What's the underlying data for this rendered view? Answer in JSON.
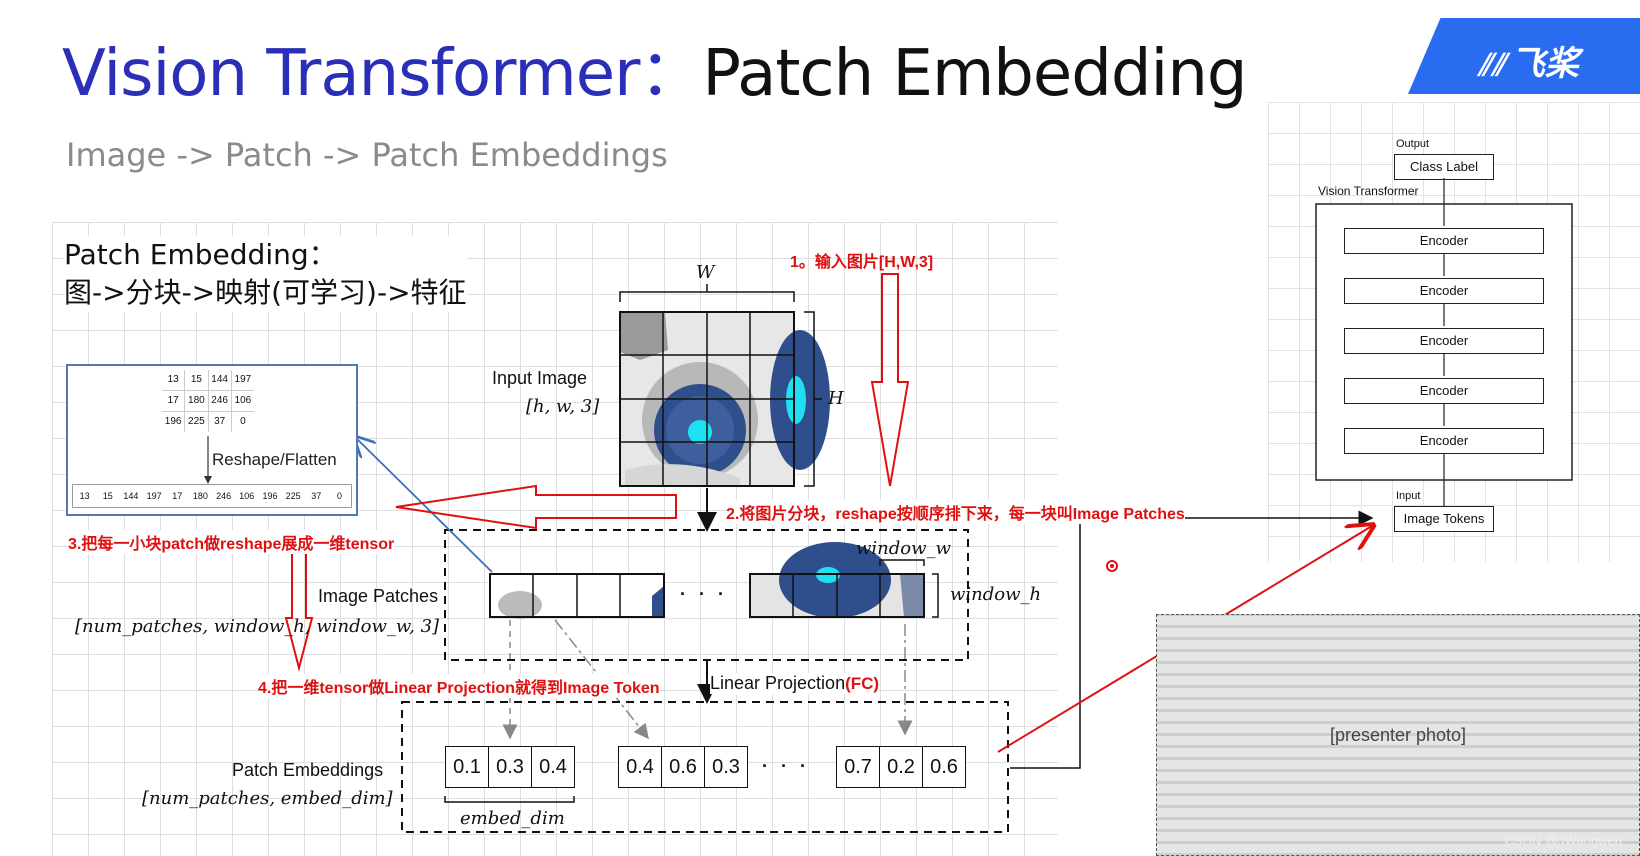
{
  "header": {
    "title_part1": "Vision Transformer：",
    "title_part2": "Patch Embedding",
    "subtitle": "Image -> Patch -> Patch Embeddings",
    "logo_text": "飞桨"
  },
  "main": {
    "pe_title_line1": "Patch Embedding：",
    "pe_title_line2": "图->分块->映射(可学习)->特征",
    "w_label": "W",
    "h_label": "H",
    "input_image_label": "Input Image",
    "input_image_shape": "[h, w, 3]",
    "image_patches_label": "Image Patches",
    "image_patches_shape": "[num_patches, window_h, window_w, 3]",
    "window_w_label": "window_w",
    "window_h_label": "window_h",
    "linear_projection_label": "Linear Projection",
    "fc_label": "(FC)",
    "patch_embeddings_label": "Patch Embeddings",
    "patch_embeddings_shape": "[num_patches, embed_dim]",
    "embed_dim_label": "embed_dim",
    "ellipsis": "· · ·",
    "emb_group1": [
      "0.1",
      "0.3",
      "0.4"
    ],
    "emb_group2": [
      "0.4",
      "0.6",
      "0.3"
    ],
    "emb_group3": [
      "0.7",
      "0.2",
      "0.6"
    ],
    "matrix_rows": [
      [
        "13",
        "15",
        "144",
        "197"
      ],
      [
        "17",
        "180",
        "246",
        "106"
      ],
      [
        "196",
        "225",
        "37",
        "0"
      ]
    ],
    "reshape_label": "Reshape/Flatten",
    "flat_row": [
      "13",
      "15",
      "144",
      "197",
      "17",
      "180",
      "246",
      "106",
      "196",
      "225",
      "37",
      "0"
    ]
  },
  "notes": {
    "n1": "1。输入图片[H,W,3]",
    "n2": "2.将图片分块，reshape按顺序排下来，每一块叫Image Patches",
    "n3": "3.把每一小块patch做reshape展成一维tensor",
    "n4": "4.把一维tensor做Linear Projection就得到Image Token"
  },
  "architecture": {
    "output_label": "Output",
    "class_label": "Class Label",
    "vit_label": "Vision Transformer",
    "encoders": [
      "Encoder",
      "Encoder",
      "Encoder",
      "Encoder",
      "Encoder"
    ],
    "input_label": "Input",
    "image_tokens": "Image Tokens"
  },
  "video": {
    "watermark": "CSDN @JWangwen"
  },
  "colors": {
    "title_blue": "#2b2fb8",
    "annotation_red": "#e01010",
    "logo_blue": "#2a6cf0",
    "connector_blue": "#3b6fbf"
  }
}
